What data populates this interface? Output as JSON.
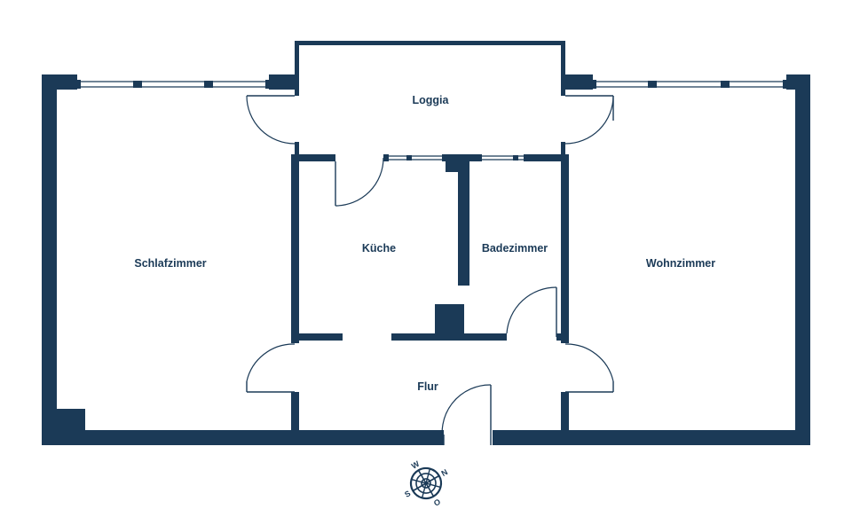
{
  "rooms": {
    "loggia": "Loggia",
    "schlafzimmer": "Schlafzimmer",
    "kueche": "Küche",
    "badezimmer": "Badezimmer",
    "wohnzimmer": "Wohnzimmer",
    "flur": "Flur"
  },
  "compass": {
    "n": "N",
    "s": "S",
    "o": "O",
    "w": "W"
  },
  "colors": {
    "wall": "#1b3a57",
    "background": "#ffffff"
  }
}
